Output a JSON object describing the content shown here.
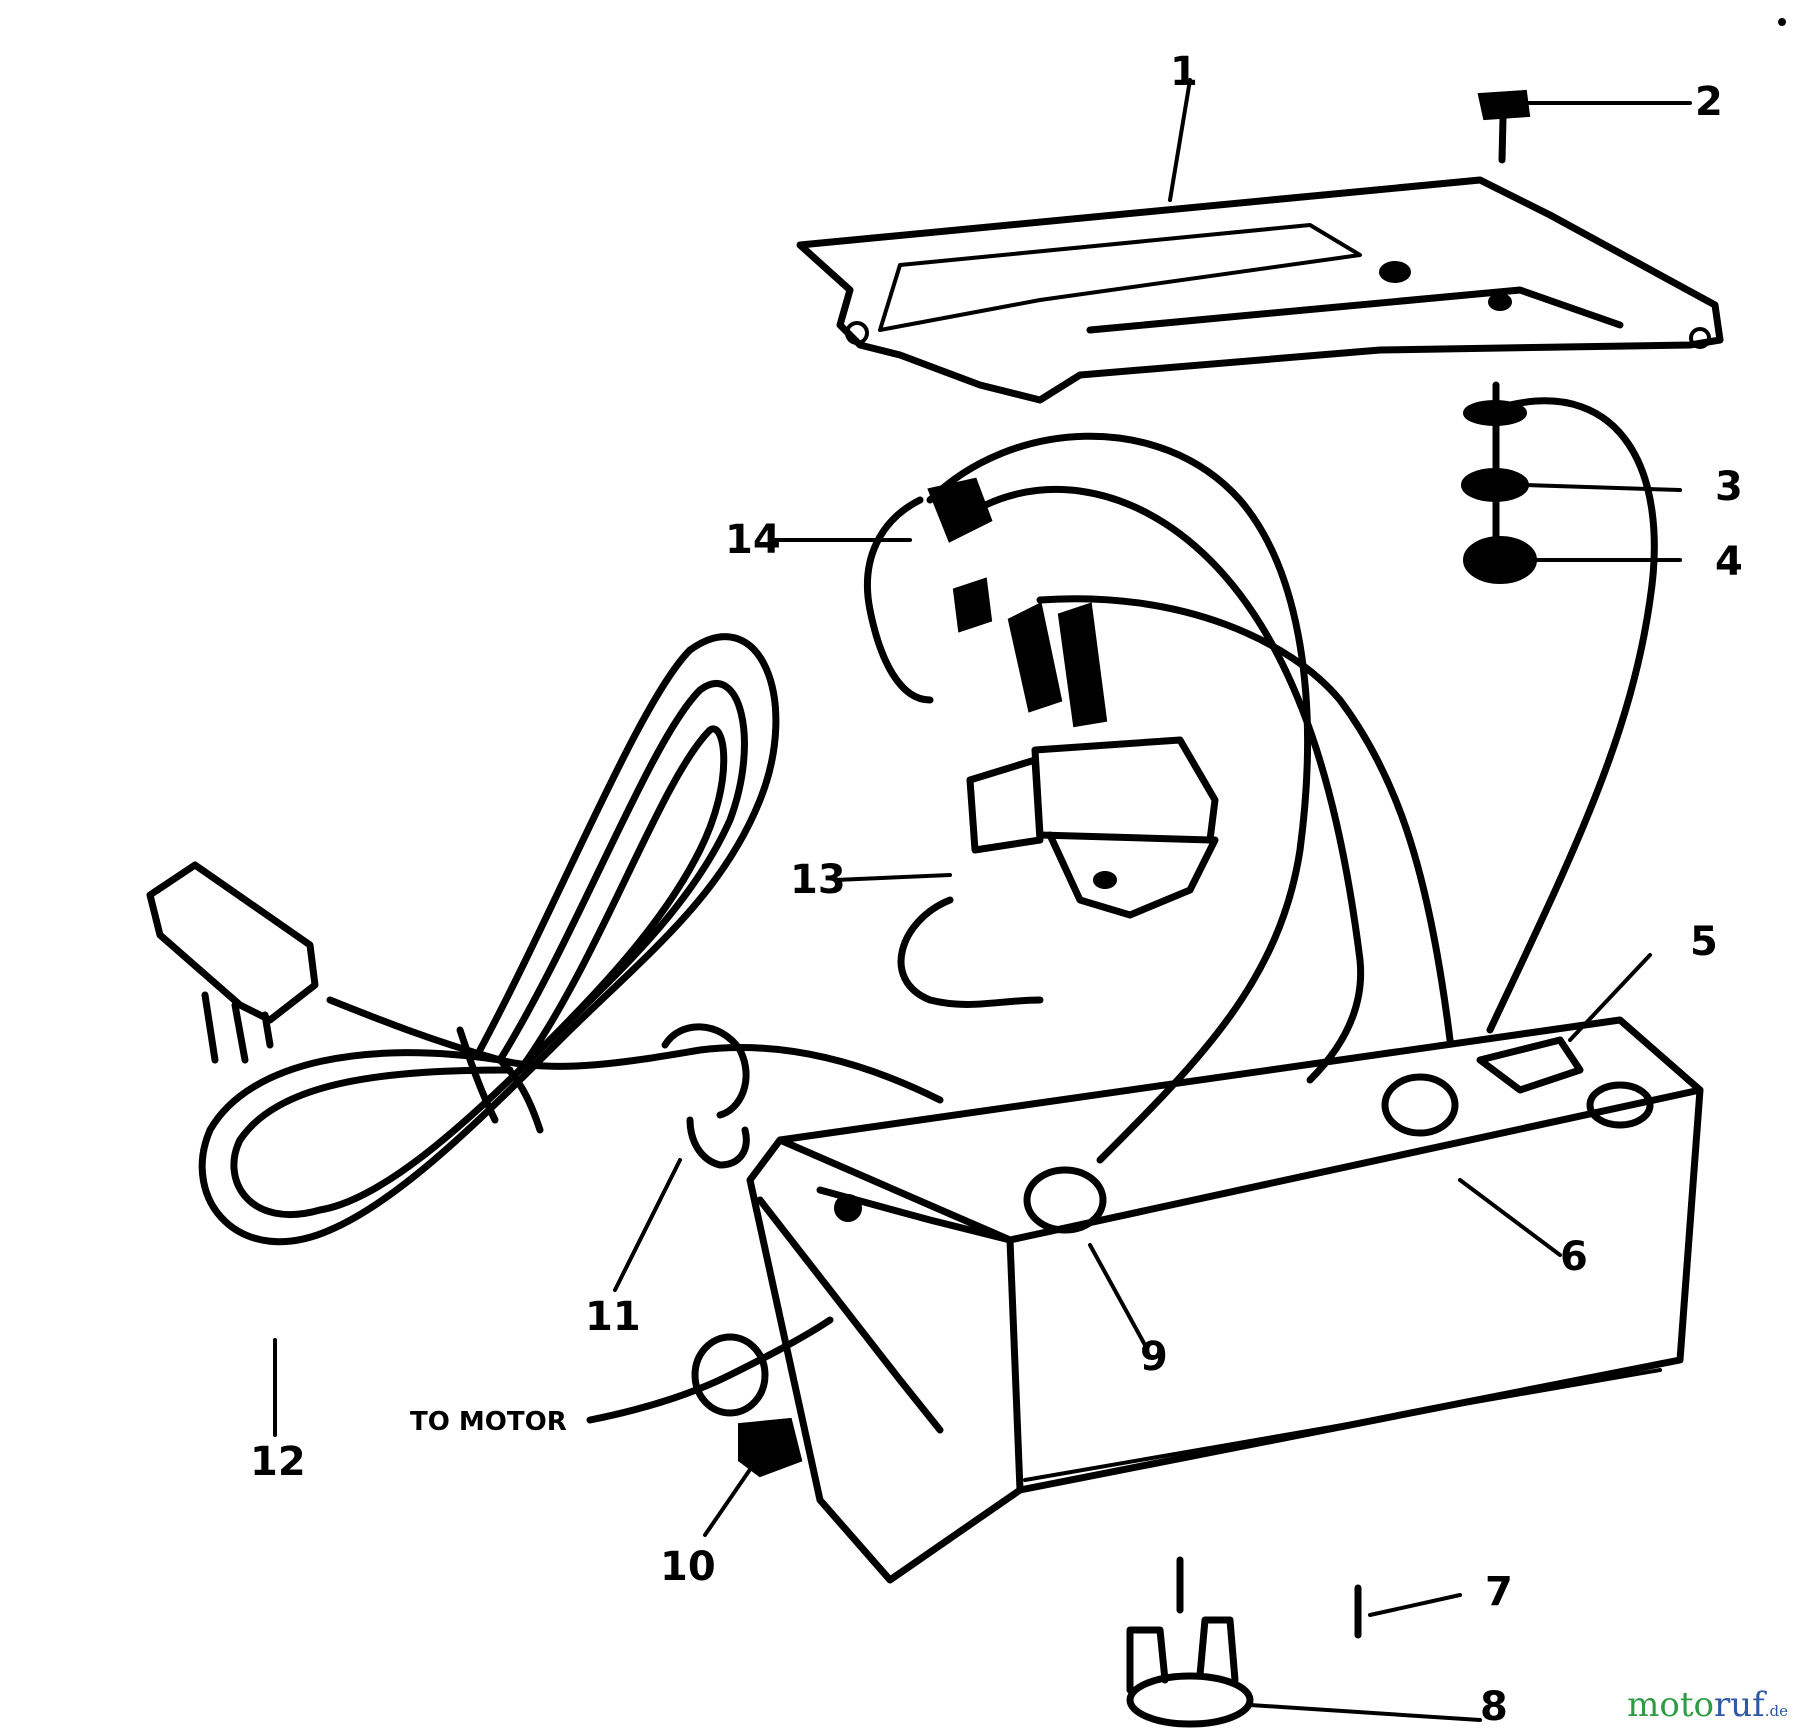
{
  "callouts": [
    {
      "id": "1",
      "label": "1"
    },
    {
      "id": "2",
      "label": "2"
    },
    {
      "id": "3",
      "label": "3"
    },
    {
      "id": "4",
      "label": "4"
    },
    {
      "id": "5",
      "label": "5"
    },
    {
      "id": "6",
      "label": "6"
    },
    {
      "id": "7",
      "label": "7"
    },
    {
      "id": "8",
      "label": "8"
    },
    {
      "id": "9",
      "label": "9"
    },
    {
      "id": "10",
      "label": "10"
    },
    {
      "id": "11",
      "label": "11"
    },
    {
      "id": "12",
      "label": "12"
    },
    {
      "id": "13",
      "label": "13"
    },
    {
      "id": "14",
      "label": "14"
    }
  ],
  "annotation": {
    "to_motor": "TO MOTOR"
  },
  "watermark": {
    "part1": "moto",
    "part2": "ruf",
    "suffix": ".de"
  }
}
